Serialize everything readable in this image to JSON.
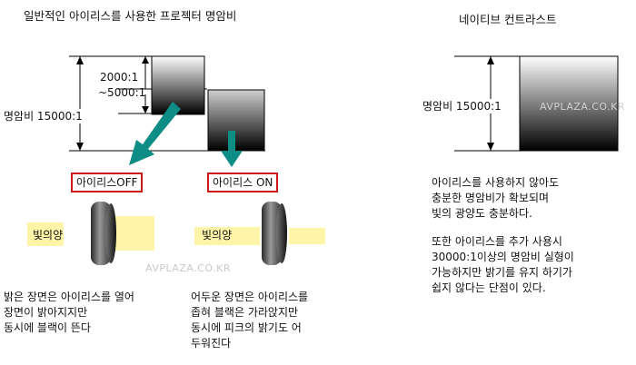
{
  "left": {
    "title": "일반적인 아이리스를 사용한 프로젝터 명암비",
    "ratio_top": "2000:1",
    "ratio_bottom": "~5000:1",
    "contrast_label": "명암비 15000:1",
    "iris_off_label": "아이리스OFF",
    "iris_on_label": "아이리스 ON",
    "light_label_1": "빛의양",
    "light_label_2": "빛의양",
    "desc_off": "밝은 장면은 아이리스를 열어\n장면이 밝아지지만\n동시에 블랙이 뜬다",
    "desc_on": "어두운 장면은 아이리스를\n좁혀 블랙은 가라앉지만\n동시에 피크의 밝기도 어\n두워진다",
    "watermark": "AVPLAZA.CO.KR"
  },
  "right": {
    "title": "네이티브 컨트라스트",
    "contrast_label": "명암비 15000:1",
    "watermark": "AVPLAZA.CO.KR",
    "desc_1": "아이리스를 사용하지 않아도\n충분한 명암비가 확보되며\n빛의 광양도 충분하다.",
    "desc_2": "또한 아이리스를 추가 사용시\n30000:1이상의 명암비 실형이\n가능하지만 밝기를 유지 하기가\n쉽지 않다는 단점이 있다."
  },
  "colors": {
    "arrow": "#0e8c86",
    "box_border": "#cc1a1a",
    "glow": "#fff4a8"
  }
}
